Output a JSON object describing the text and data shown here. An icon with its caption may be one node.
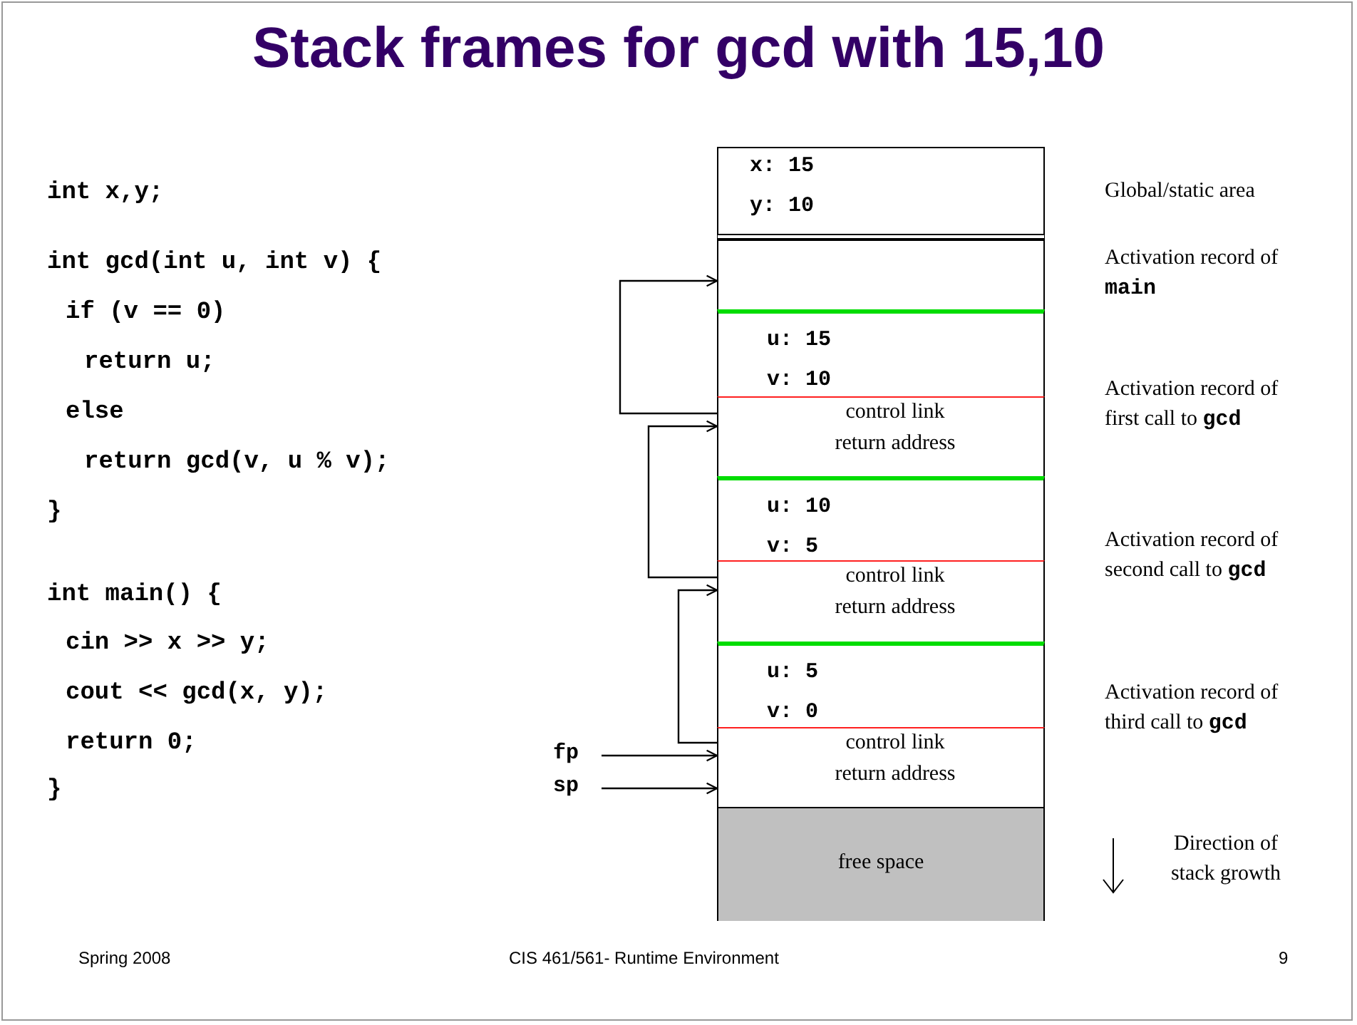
{
  "diagram": {
    "title": "Stack frames for gcd with 15,10",
    "nodes": [
      {
        "text": [
          "x: 15",
          "y: 10"
        ]
      },
      {
        "text": [],
        "shape": "box"
      },
      {
        "text": [
          "u: 15",
          "v: 10"
        ]
      },
      {
        "text": [
          "control link",
          "return address"
        ]
      },
      {
        "text": [
          "u: 10",
          "v: 5"
        ]
      },
      {
        "text": [
          "control link",
          "return address"
        ]
      },
      {
        "text": [
          "u: 5",
          "v: 0"
        ]
      },
      {
        "text": [
          "control link",
          "return address"
        ]
      },
      {
        "text": [
          "free space"
        ]
      },
      {
        "text": [
          "fp"
        ]
      },
      {
        "text": [
          "sp"
        ]
      }
    ],
    "edges": [
      {
        "from": 3,
        "to": 1,
        "arrow": "to"
      },
      {
        "from": 5,
        "to": 3,
        "arrow": "to"
      },
      {
        "from": 7,
        "to": 5,
        "arrow": "to"
      },
      {
        "from": 9,
        "to": 7,
        "arrow": "to"
      },
      {
        "from": 10,
        "to": 7,
        "arrow": "to"
      }
    ],
    "labels": [
      "int x,y;",
      "int gcd(int u, int v) {",
      "if (v == 0)",
      "return u;",
      "else",
      "return gcd(v, u % v);",
      "}",
      "int main() {",
      "cin >> x >> y;",
      "cout << gcd(x, y);",
      "return 0;",
      "}",
      "Global/static area",
      "Activation record of **main**",
      "Activation record of first call to **gcd**",
      "Activation record of second call to **gcd**",
      "Activation record of third call to **gcd**",
      "Direction of stack growth",
      "Spring 2008",
      "CIS 461/561- Runtime Environment",
      "9"
    ]
  }
}
